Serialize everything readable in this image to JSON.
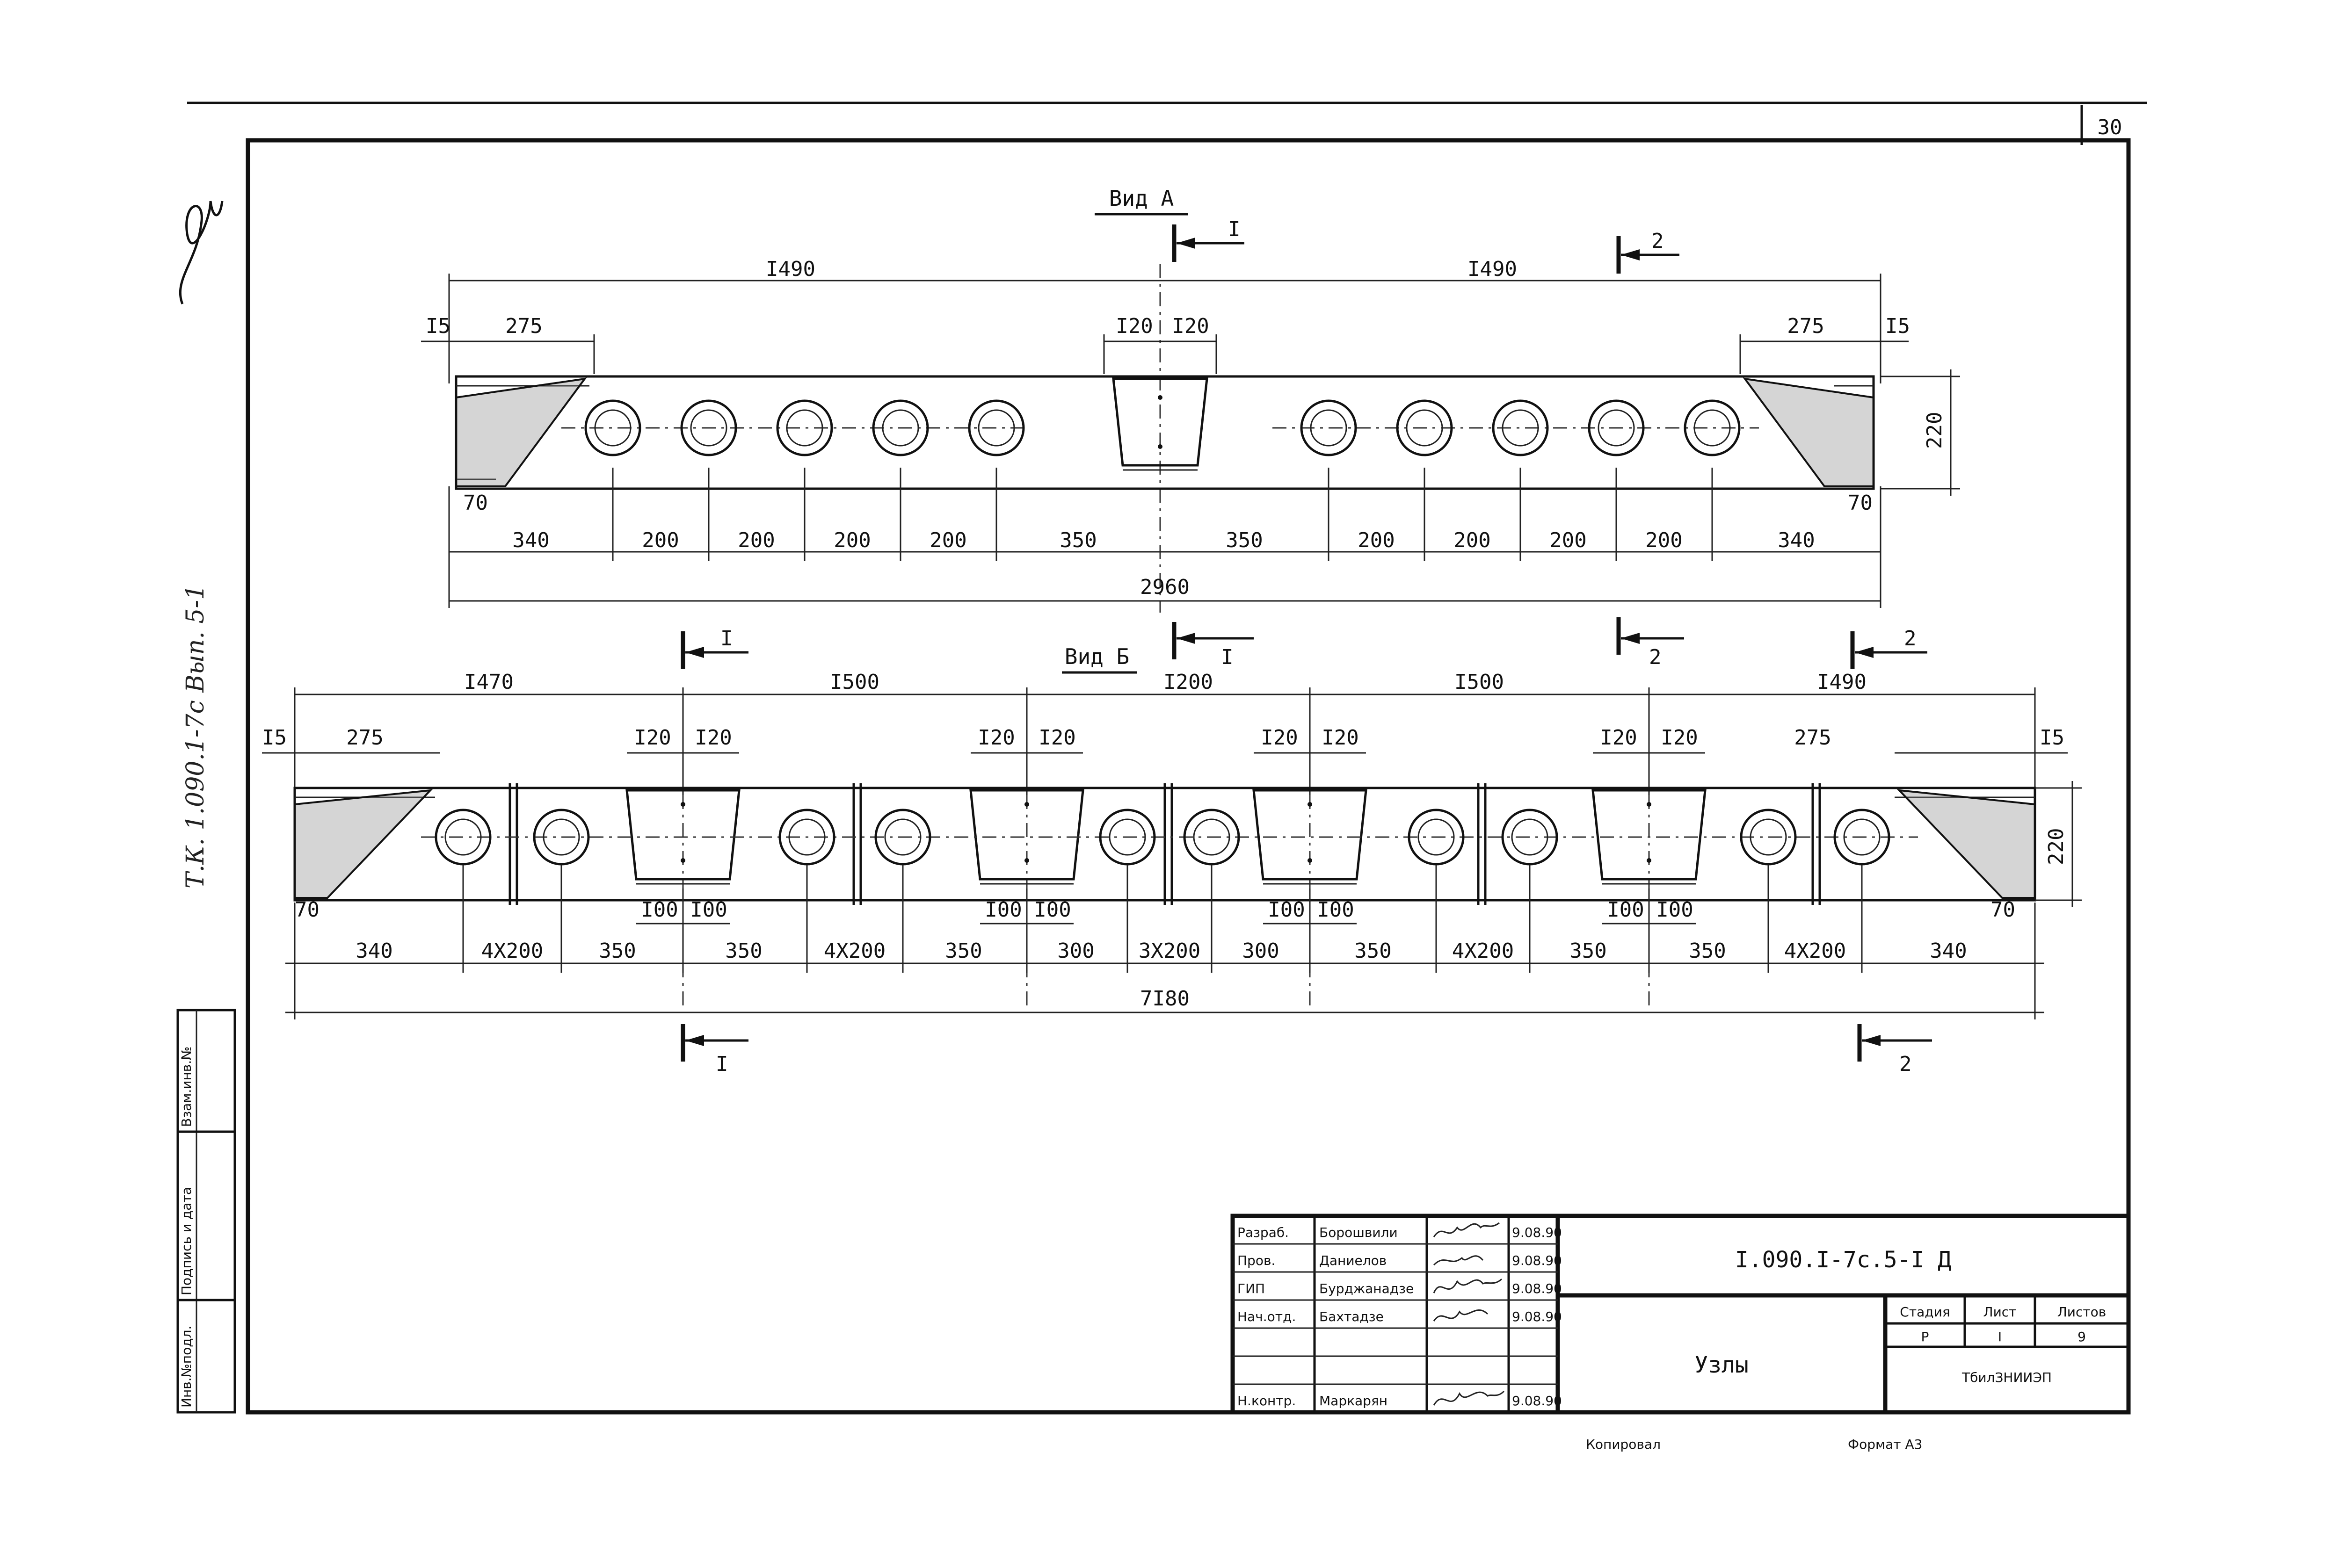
{
  "sheet": {
    "number": "30",
    "side_label": "Т.К. 1.090.1-7с Вып. 5-1",
    "copied": "Копировал",
    "format": "Формат А3"
  },
  "view_a": {
    "title": "Вид А",
    "section_marks": [
      "I",
      "2",
      "I",
      "2"
    ],
    "top_overall": [
      "I490",
      "I490"
    ],
    "top_detail": [
      "I5",
      "275",
      "I20",
      "I20",
      "275",
      "I5"
    ],
    "height": "220",
    "offset": [
      "70",
      "70"
    ],
    "bottom_chain": [
      "340",
      "200",
      "200",
      "200",
      "200",
      "350",
      "350",
      "200",
      "200",
      "200",
      "200",
      "340"
    ],
    "total": "2960"
  },
  "view_b": {
    "title": "Вид Б",
    "section_marks": [
      "I",
      "2",
      "I",
      "2"
    ],
    "top_overall": [
      "I470",
      "I500",
      "I200",
      "I500",
      "I490"
    ],
    "top_detail": [
      "I5",
      "275",
      "I20",
      "I20",
      "I20",
      "I20",
      "I20",
      "I20",
      "I20",
      "I20",
      "275",
      "I5"
    ],
    "below_pads": [
      "I00",
      "I00",
      "I00",
      "I00",
      "I00",
      "I00",
      "I00",
      "I00"
    ],
    "height": "220",
    "offset": [
      "70",
      "70"
    ],
    "bottom_chain": [
      "340",
      "4X200",
      "350",
      "350",
      "4X200",
      "350",
      "300",
      "3X200",
      "300",
      "350",
      "4X200",
      "350",
      "350",
      "4X200",
      "340"
    ],
    "total": "7I80"
  },
  "title_block": {
    "code": "I.090.I-7с.5-I Д",
    "sheet_name": "Узлы",
    "org": "ТбилЗНИИЭП",
    "col_headers": [
      "Стадия",
      "Лист",
      "Листов"
    ],
    "col_values": [
      "Р",
      "I",
      "9"
    ],
    "rows": [
      {
        "role": "Разраб.",
        "name": "Борошвили",
        "date": "9.08.90"
      },
      {
        "role": "Пров.",
        "name": "Даниелов",
        "date": "9.08.90"
      },
      {
        "role": "ГИП",
        "name": "Бурджанадзе",
        "date": "9.08.90"
      },
      {
        "role": "Нач.отд.",
        "name": "Бахтадзе",
        "date": "9.08.90"
      },
      {
        "role": "",
        "name": "",
        "date": ""
      },
      {
        "role": "",
        "name": "",
        "date": ""
      },
      {
        "role": "Н.контр.",
        "name": "Маркарян",
        "date": "9.08.90"
      }
    ]
  },
  "left_stamp": [
    "Инв.№подл.",
    "Подпись и дата",
    "Взам.инв.№"
  ]
}
